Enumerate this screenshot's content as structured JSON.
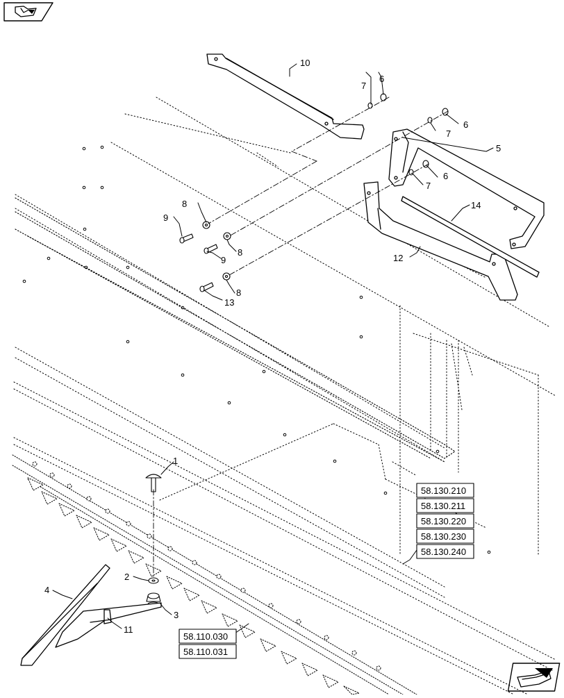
{
  "diagram": {
    "callouts": {
      "c1": "1",
      "c2": "2",
      "c3": "3",
      "c4": "4",
      "c5": "5",
      "c6a": "6",
      "c6b": "6",
      "c6c": "6",
      "c7a": "7",
      "c7b": "7",
      "c7c": "7",
      "c8a": "8",
      "c8b": "8",
      "c8c": "8",
      "c9a": "9",
      "c9b": "9",
      "c10": "10",
      "c11": "11",
      "c12": "12",
      "c13": "13",
      "c14": "14"
    },
    "refs_right": [
      "58.130.210",
      "58.130.211",
      "58.130.220",
      "58.130.230",
      "58.130.240"
    ],
    "refs_bottom": [
      "58.110.030",
      "58.110.031"
    ],
    "icons": {
      "top_left": "back-navigation-icon",
      "bottom_right": "forward-navigation-icon"
    }
  }
}
